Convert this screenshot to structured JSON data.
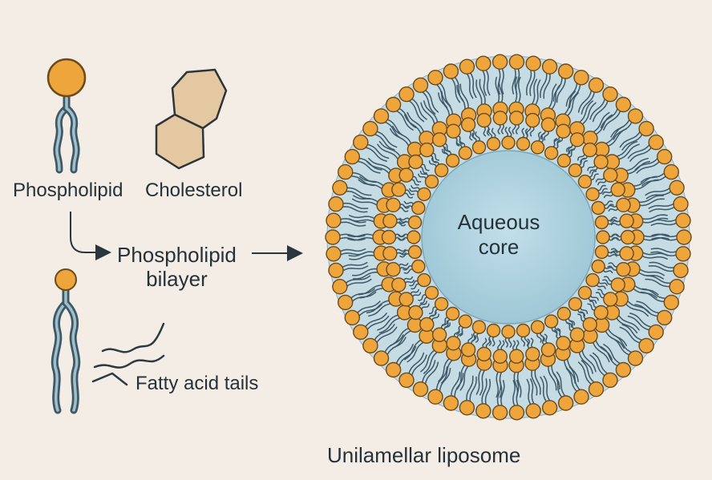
{
  "labels": {
    "phospholipid": "Phospholipid",
    "cholesterol": "Cholesterol",
    "bilayer_line1": "Phospholipid",
    "bilayer_line2": "bilayer",
    "fatty_acid_tails": "Fatty acid tails",
    "core_line1": "Aqueous",
    "core_line2": "core",
    "liposome": "Unilamellar liposome"
  },
  "colors": {
    "background": "#f3ede6",
    "head": "#eea53c",
    "head_stroke": "#6b4a1b",
    "tail": "#3e5866",
    "tail_fill": "#9fbfcb",
    "cholesterol": "#e3c8a1",
    "membrane": "#c5dce5",
    "core": "#a9cfdc",
    "text": "#25323a"
  },
  "icons": [
    "phospholipid-molecule-icon",
    "cholesterol-rings-icon",
    "fatty-acid-tails-icon",
    "liposome-illustration"
  ]
}
